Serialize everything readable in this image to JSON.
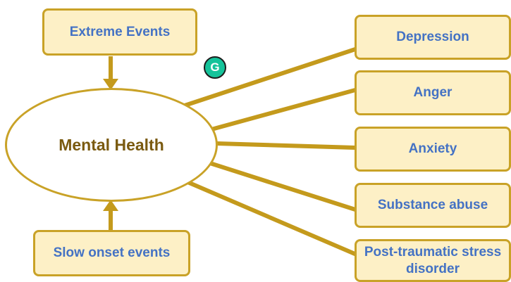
{
  "diagram": {
    "center": "Mental Health",
    "causes": [
      "Extreme Events",
      "Slow onset events"
    ],
    "outcomes": [
      "Depression",
      "Anger",
      "Anxiety",
      "Substance abuse",
      "Post-traumatic stress disorder"
    ]
  },
  "colors": {
    "box_fill": "#fdf0c6",
    "border": "#c9a227",
    "connector": "#c49a1c",
    "label_blue": "#4472c4",
    "center_text": "#7a5a10",
    "extension_icon": "#15c39a"
  },
  "overlay": {
    "extension_icon": "grammarly-icon",
    "extension_letter": "G"
  }
}
